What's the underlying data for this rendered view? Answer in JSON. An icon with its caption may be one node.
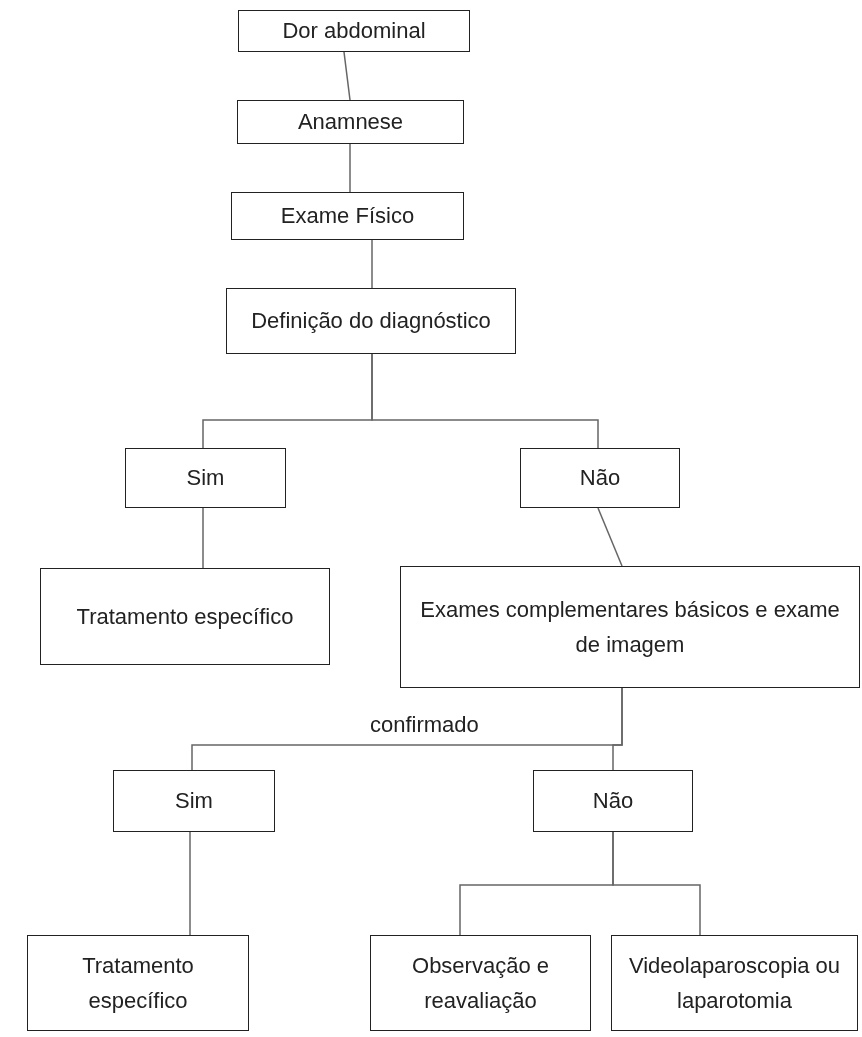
{
  "diagram": {
    "nodes": [
      {
        "text": [
          "Dor abdominal"
        ]
      },
      {
        "text": [
          "Anamnese"
        ]
      },
      {
        "text": [
          "Exame Físico"
        ]
      },
      {
        "text": [
          "Definição do diagnóstico"
        ]
      },
      {
        "text": [
          "Sim"
        ]
      },
      {
        "text": [
          "Não"
        ]
      },
      {
        "text": [
          "Tratamento específico"
        ]
      },
      {
        "text": [
          "Exames complementares básicos e exame de imagem"
        ]
      },
      {
        "text": [
          "Sim"
        ]
      },
      {
        "text": [
          "Não"
        ]
      },
      {
        "text": [
          "Tratamento específico"
        ]
      },
      {
        "text": [
          "Observação e reavaliação"
        ]
      },
      {
        "text": [
          "Videolaparoscopia ou laparotomia"
        ]
      }
    ],
    "edges": [
      {
        "from": 0,
        "to": 1,
        "arrow": "none"
      },
      {
        "from": 1,
        "to": 2,
        "arrow": "none"
      },
      {
        "from": 2,
        "to": 3,
        "arrow": "none"
      },
      {
        "from": 3,
        "to": 4,
        "arrow": "none"
      },
      {
        "from": 3,
        "to": 5,
        "arrow": "none"
      },
      {
        "from": 4,
        "to": 6,
        "arrow": "none"
      },
      {
        "from": 5,
        "to": 7,
        "arrow": "none"
      },
      {
        "from": 7,
        "to": 8,
        "arrow": "none"
      },
      {
        "from": 7,
        "to": 9,
        "arrow": "none"
      },
      {
        "from": 8,
        "to": 10,
        "arrow": "none"
      },
      {
        "from": 9,
        "to": 11,
        "arrow": "none"
      },
      {
        "from": 9,
        "to": 12,
        "arrow": "none"
      }
    ],
    "labels": [
      "confirmado"
    ]
  }
}
